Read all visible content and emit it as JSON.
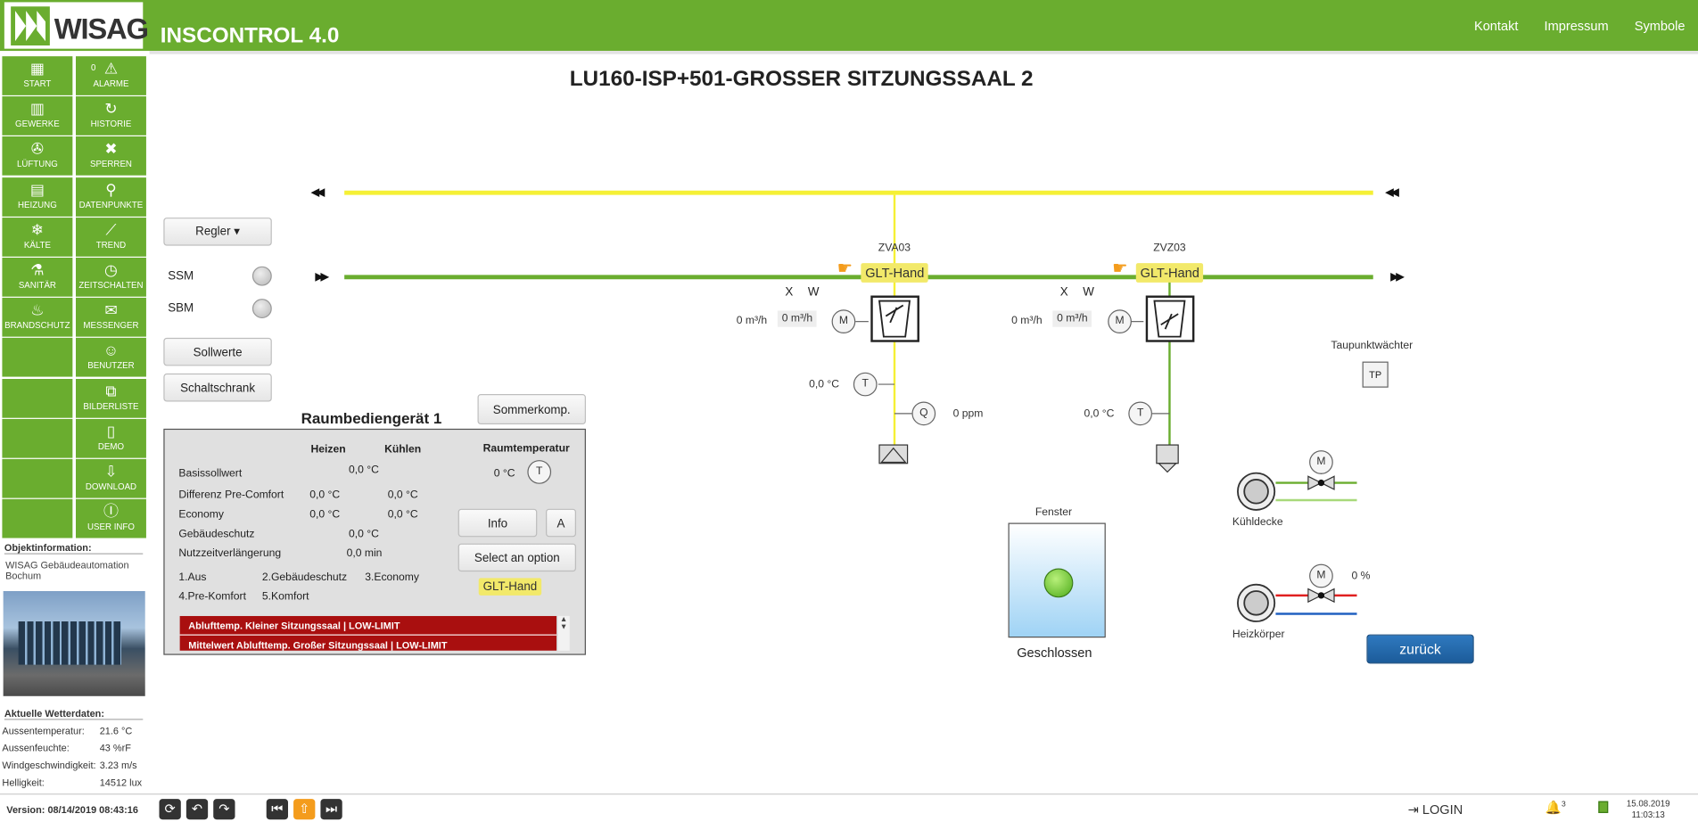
{
  "header": {
    "logo_text": "WISAG",
    "app_title": "INSCONTROL 4.0",
    "links": [
      "Kontakt",
      "Impressum",
      "Symbole"
    ]
  },
  "nav": {
    "tiles": [
      {
        "label": "START",
        "icon": "▦"
      },
      {
        "label": "ALARME",
        "icon": "⚠",
        "badge": "0"
      },
      {
        "label": "GEWERKE",
        "icon": "▥"
      },
      {
        "label": "HISTORIE",
        "icon": "↻"
      },
      {
        "label": "LÜFTUNG",
        "icon": "✇"
      },
      {
        "label": "SPERREN",
        "icon": "✖"
      },
      {
        "label": "HEIZUNG",
        "icon": "▤"
      },
      {
        "label": "DATENPUNKTE",
        "icon": "⚲"
      },
      {
        "label": "KÄLTE",
        "icon": "❄"
      },
      {
        "label": "TREND",
        "icon": "⟋"
      },
      {
        "label": "SANITÄR",
        "icon": "⚗"
      },
      {
        "label": "ZEITSCHALTEN",
        "icon": "◷"
      },
      {
        "label": "BRANDSCHUTZ",
        "icon": "♨"
      },
      {
        "label": "MESSENGER",
        "icon": "✉"
      },
      {
        "label": "",
        "icon": ""
      },
      {
        "label": "BENUTZER",
        "icon": "☺"
      },
      {
        "label": "",
        "icon": ""
      },
      {
        "label": "BILDERLISTE",
        "icon": "⧉"
      },
      {
        "label": "",
        "icon": ""
      },
      {
        "label": "DEMO",
        "icon": "▯"
      },
      {
        "label": "",
        "icon": ""
      },
      {
        "label": "DOWNLOAD",
        "icon": "⇩"
      },
      {
        "label": "",
        "icon": ""
      },
      {
        "label": "USER INFO",
        "icon": "ⓘ"
      }
    ]
  },
  "object_info": {
    "title": "Objektinformation:",
    "text": "WISAG Gebäudeautomation Bochum"
  },
  "weather": {
    "title": "Aktuelle Wetterdaten:",
    "rows": [
      {
        "k": "Aussentemperatur:",
        "v": "21.6 °C"
      },
      {
        "k": "Aussenfeuchte:",
        "v": "43 %rF"
      },
      {
        "k": "Windgeschwindigkeit:",
        "v": "3.23 m/s"
      },
      {
        "k": "Helligkeit:",
        "v": "14512 lux"
      }
    ]
  },
  "footer": {
    "version": "Version: 08/14/2019 08:43:16",
    "login": "LOGIN",
    "alarm_count": "3",
    "date": "15.08.2019",
    "time": "11:03:13"
  },
  "main": {
    "title": "LU160-ISP+501-GROSSER SITZUNGSSAAL 2",
    "regler": "Regler",
    "ssm": "SSM",
    "sbm": "SBM",
    "sollwerte": "Sollwerte",
    "schaltschrank": "Schaltschrank",
    "sommerkomp": "Sommerkomp.",
    "zurueck": "zurück",
    "taupunkt": "Taupunktwächter",
    "tp": "TP",
    "fenster": "Fenster",
    "fenster_state": "Geschlossen",
    "kuehldecke": "Kühldecke",
    "heizkoerper": "Heizkörper",
    "heiz_value": "0 %"
  },
  "zva": {
    "name": "ZVA03",
    "glt": "GLT-Hand",
    "x": "X",
    "w": "W",
    "flow_x": "0 m³/h",
    "flow_w": "0 m³/h",
    "m": "M",
    "temp": "0,0 °C",
    "t": "T",
    "q": "Q",
    "ppm": "0 ppm"
  },
  "zvz": {
    "name": "ZVZ03",
    "glt": "GLT-Hand",
    "x": "X",
    "w": "W",
    "flow_x": "0 m³/h",
    "flow_w": "0 m³/h",
    "m": "M",
    "temp": "0,0 °C",
    "t": "T"
  },
  "panel": {
    "title": "Raumbediengerät 1",
    "heizen": "Heizen",
    "kuehlen": "Kühlen",
    "raumtemp": "Raumtemperatur",
    "raumtemp_val": "0 °C",
    "t": "T",
    "rows": [
      {
        "label": "Basissollwert",
        "a": "0,0 °C",
        "b": ""
      },
      {
        "label": "Differenz Pre-Comfort",
        "a": "0,0 °C",
        "b": "0,0 °C"
      },
      {
        "label": "Economy",
        "a": "0,0 °C",
        "b": "0,0 °C"
      },
      {
        "label": "Gebäudeschutz",
        "a": "0,0 °C",
        "b": ""
      },
      {
        "label": "Nutzzeitverlängerung",
        "a": "0,0 min",
        "b": ""
      }
    ],
    "modes_line1": [
      "1.Aus",
      "2.Gebäudeschutz",
      "3.Economy"
    ],
    "modes_line2": [
      "4.Pre-Komfort",
      "5.Komfort"
    ],
    "info": "Info",
    "a_btn": "A",
    "select": "Select an option",
    "glt": "GLT-Hand",
    "alarms": [
      "Ablufttemp. Kleiner Sitzungssaal | LOW-LIMIT",
      "Mittelwert Ablufttemp. Großer Sitzungssaal | LOW-LIMIT"
    ]
  },
  "colors": {
    "brand_green": "#6aad2f",
    "supply_line": "#6aad2f",
    "exhaust_line": "#f5f035",
    "alarm_red": "#a90f0f",
    "button_blue": "#1c5c9a"
  }
}
